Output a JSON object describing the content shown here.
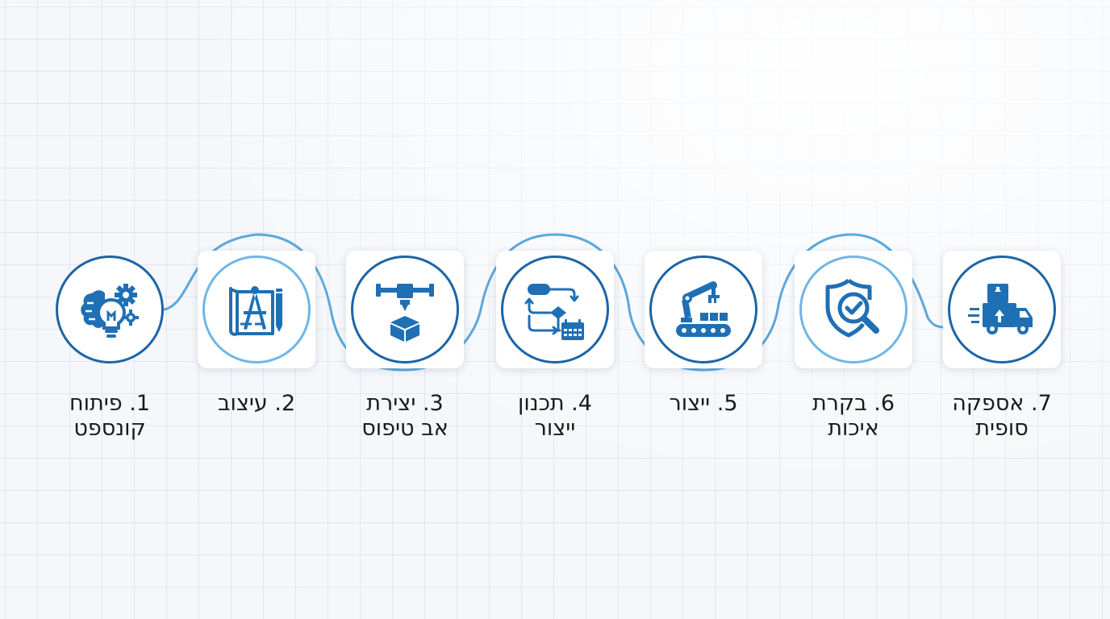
{
  "colors": {
    "primary": "#1c64a6",
    "icon": "#1f6fb4",
    "light_ring": "#6fb6e6",
    "connector": "#5aa8dc",
    "text": "#1a1a1a"
  },
  "steps": [
    {
      "number": "1.",
      "label": "1. פיתוח\nקונספט",
      "icon": "brain-bulb-gears-icon"
    },
    {
      "number": "2.",
      "label": "2. עיצוב",
      "icon": "blueprint-compass-pencil-icon"
    },
    {
      "number": "3.",
      "label": "3. יצירת\nאב טיפוס",
      "icon": "3d-printer-cube-icon"
    },
    {
      "number": "4.",
      "label": "4. תכנון\nייצור",
      "icon": "flowchart-calendar-icon"
    },
    {
      "number": "5.",
      "label": "5. ייצור",
      "icon": "robot-arm-conveyor-icon"
    },
    {
      "number": "6.",
      "label": "6. בקרת\nאיכות",
      "icon": "shield-check-magnifier-icon"
    },
    {
      "number": "7.",
      "label": "7. אספקה\nסופית",
      "icon": "delivery-truck-icon"
    }
  ]
}
